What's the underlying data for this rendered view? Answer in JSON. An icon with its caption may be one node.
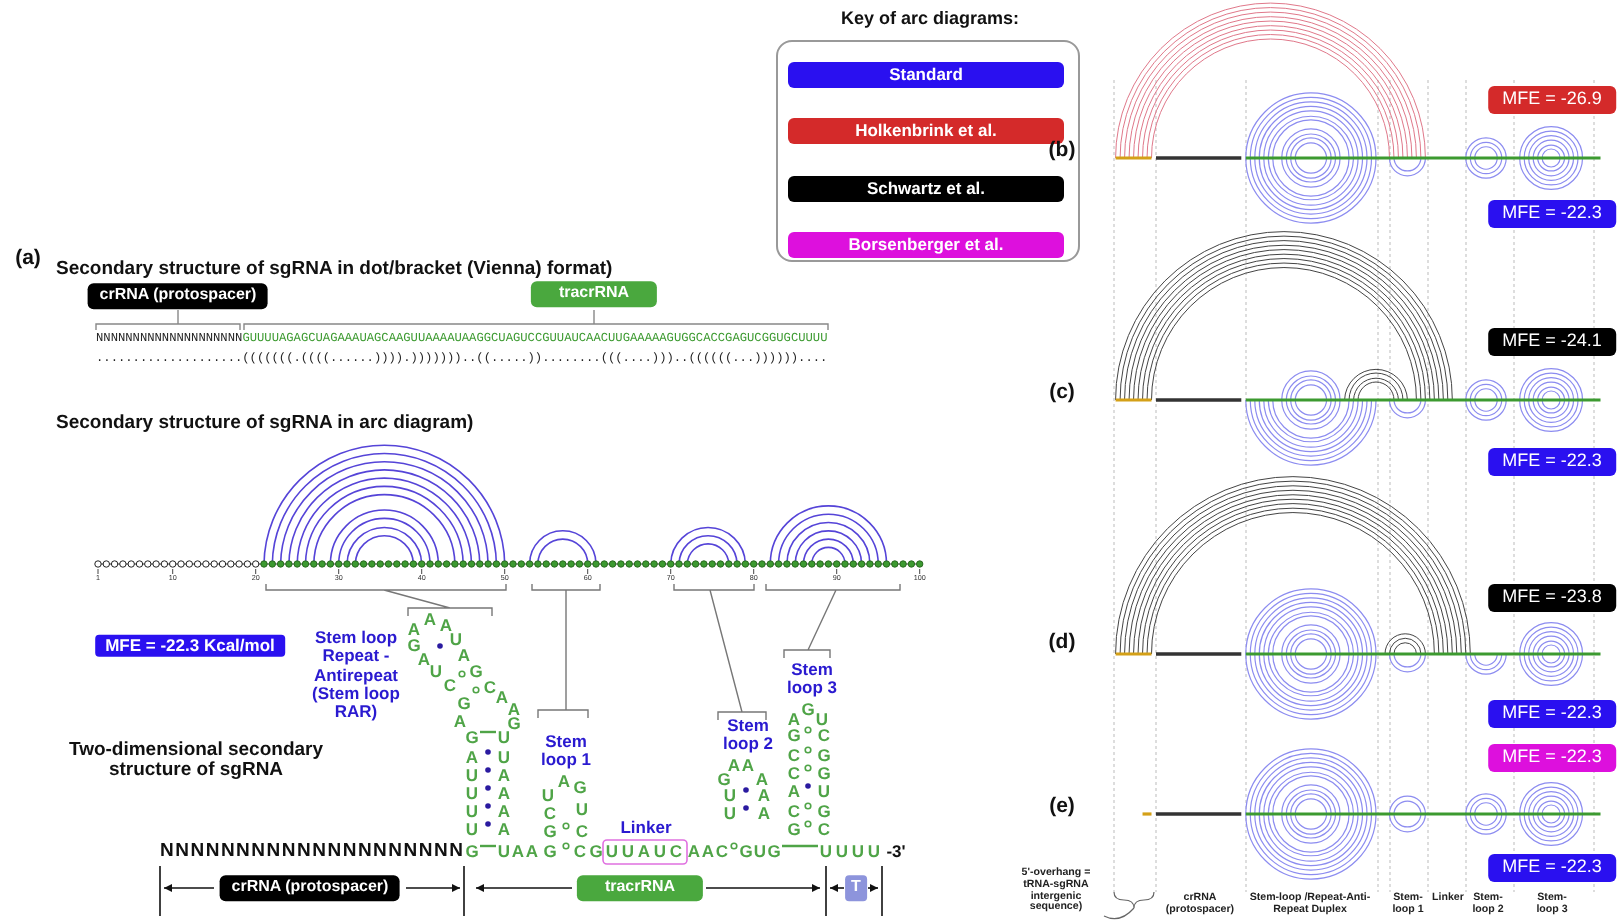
{
  "diagram": {
    "labels": [
      "(a)",
      "Secondary structure of sgRNA in dot/bracket (Vienna) format)",
      "crRNA (protospacer)",
      "tracrRNA",
      "NNNNNNNNNNNNNNNNNNNN",
      "GUUUUAGAGCUAGAAAUAGCAAGUUAAAAUAAGGCUAGUCCGUUAUCAACUUGAAAAAGUGGCACCGAGUCGGUGCUUUU",
      "....................(((((((.((((......)))).)))))))..((.....))........(((....)))..((((((...))))))....",
      "Secondary structure of sgRNA in arc diagram)",
      "1",
      "10",
      "20",
      "30",
      "40",
      "50",
      "60",
      "70",
      "80",
      "90",
      "100",
      "MFE = -22.3 Kcal/mol",
      "Two-dimensional secondary structure of sgRNA",
      "Stem loop Repeat - Antirepeat (Stem loop RAR)",
      "Stem loop 1",
      "Linker",
      "Stem loop 2",
      "Stem loop 3",
      "NNNNNNNNNNNNNNNNNNNN",
      "G",
      "U",
      "U",
      "U",
      "U",
      "A",
      "G",
      "A",
      "G",
      "C",
      "U",
      "A",
      "G",
      "A",
      "A",
      "A",
      "U",
      "A",
      "G",
      "C",
      "A",
      "A",
      "G",
      "U",
      "U",
      "A",
      "A",
      "A",
      "A",
      "U",
      "A",
      "A",
      "G",
      "G",
      "C",
      "U",
      "A",
      "G",
      "U",
      "C",
      "C",
      "G",
      "U",
      "U",
      "A",
      "U",
      "C",
      "A",
      "A",
      "C",
      "U",
      "U",
      "G",
      "A",
      "A",
      "A",
      "A",
      "A",
      "G",
      "U",
      "G",
      "G",
      "C",
      "A",
      "C",
      "C",
      "G",
      "A",
      "G",
      "U",
      "C",
      "G",
      "G",
      "U",
      "G",
      "C",
      "U",
      "U",
      "U",
      "U",
      "-3'",
      "crRNA (protospacer)",
      "tracrRNA",
      "T",
      "Key of arc diagrams:",
      "(b)",
      "MFE = -26.9",
      "MFE = -22.3",
      "(c)",
      "MFE = -24.1",
      "MFE = -22.3",
      "(d)",
      "MFE = -23.8",
      "MFE = -22.3",
      "(e)",
      "MFE = -22.3",
      "MFE = -22.3",
      "5'-overhang = tRNA-sgRNA intergenic sequence)",
      "crRNA (protospacer)",
      "Stem-loop /Repeat-Anti-Repeat Duplex",
      "Stem-loop 1",
      "Linker",
      "Stem-loop 2",
      "Stem-loop 3"
    ],
    "legend": [
      {
        "text": "Standard",
        "color": "#2a10f0"
      },
      {
        "text": "Holkenbrink et al.",
        "color": "#d42a2a"
      },
      {
        "text": "Schwartz et al.",
        "color": "#000000"
      },
      {
        "text": "Borsenberger et al.",
        "color": "#dd10dd"
      }
    ]
  }
}
